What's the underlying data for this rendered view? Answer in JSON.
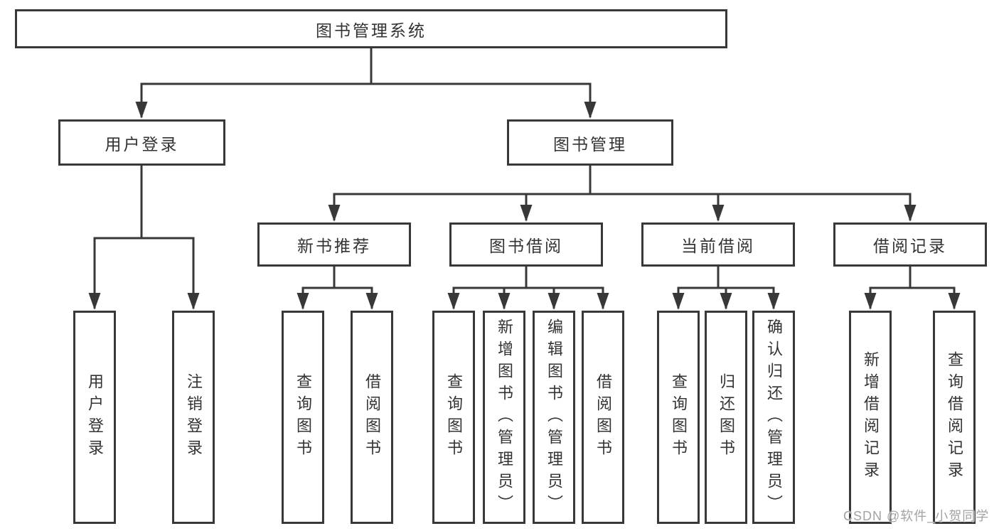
{
  "colors": {
    "line": "#383838",
    "box_border": "#383838",
    "box_background": "#ffffff",
    "text": "#333333",
    "watermark_text": "#a3a3a3"
  },
  "tree": {
    "label": "图书管理系统",
    "children": [
      {
        "label": "用户登录",
        "children": [
          {
            "label": "用户登录"
          },
          {
            "label": "注销登录"
          }
        ]
      },
      {
        "label": "图书管理",
        "children": [
          {
            "label": "新书推荐",
            "children": [
              {
                "label": "查询图书"
              },
              {
                "label": "借阅图书"
              }
            ]
          },
          {
            "label": "图书借阅",
            "children": [
              {
                "label": "查询图书"
              },
              {
                "label": "新增图书（管理员）"
              },
              {
                "label": "编辑图书（管理员）"
              },
              {
                "label": "借阅图书"
              }
            ]
          },
          {
            "label": "当前借阅",
            "children": [
              {
                "label": "查询图书"
              },
              {
                "label": "归还图书"
              },
              {
                "label": "确认归还（管理员）"
              }
            ]
          },
          {
            "label": "借阅记录",
            "children": [
              {
                "label": "新增借阅记录"
              },
              {
                "label": "查询借阅记录"
              }
            ]
          }
        ]
      }
    ]
  },
  "watermark": {
    "text": "CSDN @软件_小贺同学"
  }
}
